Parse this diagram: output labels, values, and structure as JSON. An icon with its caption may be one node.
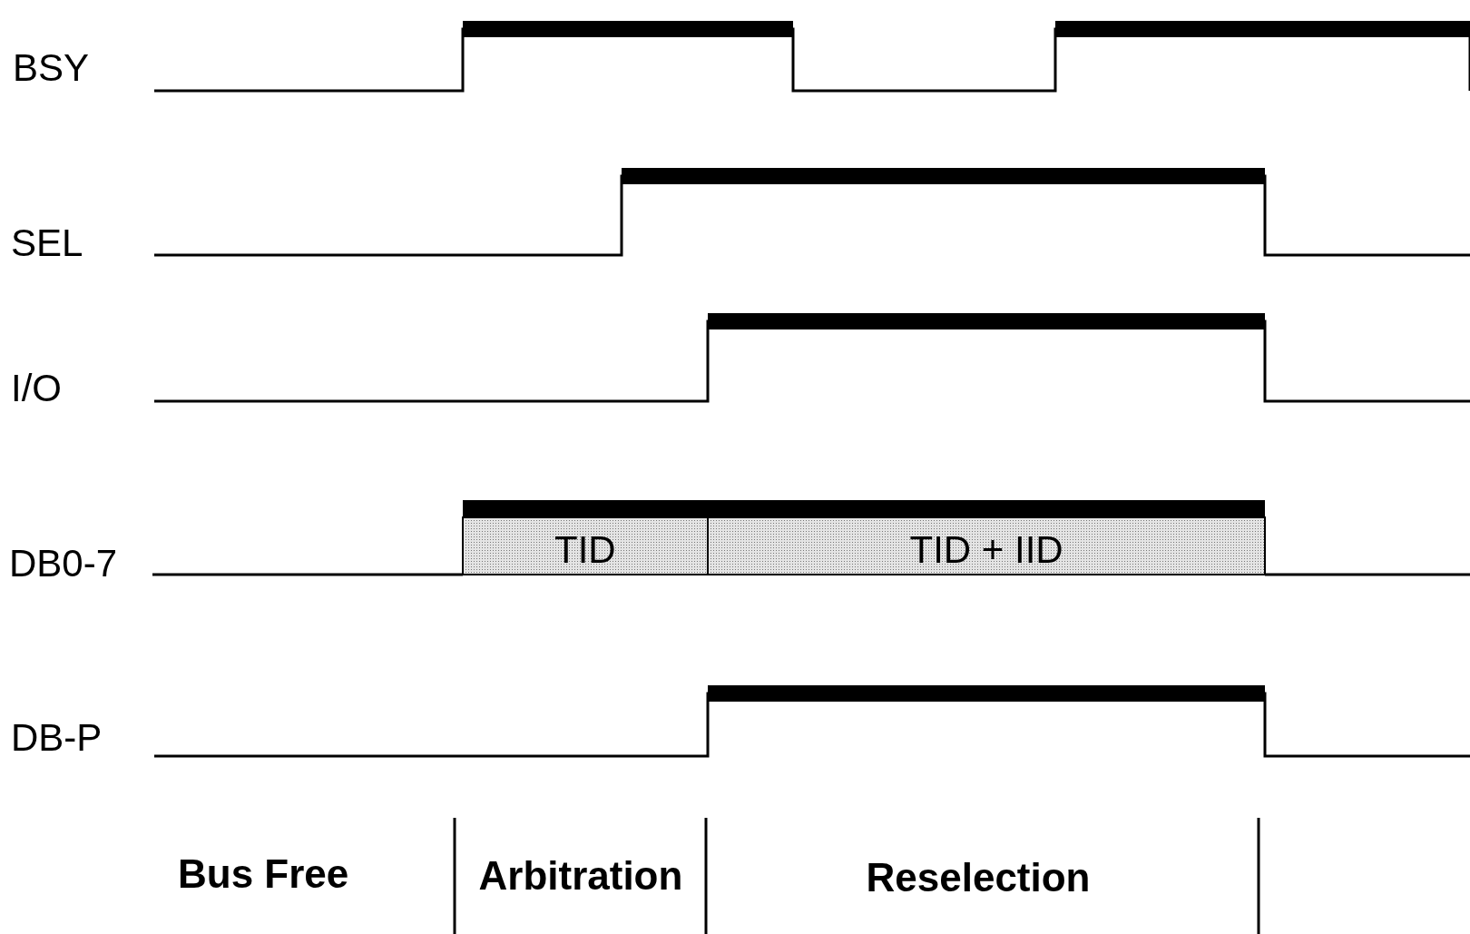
{
  "diagram": {
    "labels": [
      "BSY",
      "SEL",
      "I/O",
      "DB0-7",
      "TID",
      "TID + IID",
      "DB-P",
      "Bus Free",
      "Arbitration",
      "Reselection"
    ]
  }
}
